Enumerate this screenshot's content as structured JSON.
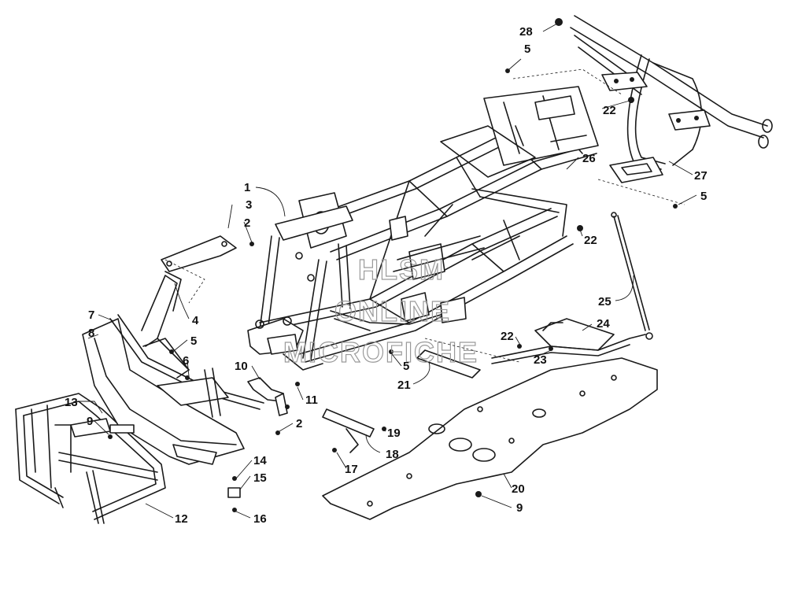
{
  "watermark": {
    "line1": "HLSM",
    "line2": "ONLINE",
    "line3": "MICROFICHE"
  },
  "callouts": [
    {
      "id": "c28",
      "label": "28"
    },
    {
      "id": "c5a",
      "label": "5"
    },
    {
      "id": "c22a",
      "label": "22"
    },
    {
      "id": "c26",
      "label": "26"
    },
    {
      "id": "c27",
      "label": "27"
    },
    {
      "id": "c5b",
      "label": "5"
    },
    {
      "id": "c22b",
      "label": "22"
    },
    {
      "id": "c1",
      "label": "1"
    },
    {
      "id": "c3",
      "label": "3"
    },
    {
      "id": "c2a",
      "label": "2"
    },
    {
      "id": "c25",
      "label": "25"
    },
    {
      "id": "c24",
      "label": "24"
    },
    {
      "id": "c22c",
      "label": "22"
    },
    {
      "id": "c23",
      "label": "23"
    },
    {
      "id": "c4",
      "label": "4"
    },
    {
      "id": "c7",
      "label": "7"
    },
    {
      "id": "c8",
      "label": "8"
    },
    {
      "id": "c5c",
      "label": "5"
    },
    {
      "id": "c6",
      "label": "6"
    },
    {
      "id": "c10",
      "label": "10"
    },
    {
      "id": "c5d",
      "label": "5"
    },
    {
      "id": "c21",
      "label": "21"
    },
    {
      "id": "c11",
      "label": "11"
    },
    {
      "id": "c2b",
      "label": "2"
    },
    {
      "id": "c13",
      "label": "13"
    },
    {
      "id": "c9a",
      "label": "9"
    },
    {
      "id": "c19",
      "label": "19"
    },
    {
      "id": "c18",
      "label": "18"
    },
    {
      "id": "c17",
      "label": "17"
    },
    {
      "id": "c14",
      "label": "14"
    },
    {
      "id": "c15",
      "label": "15"
    },
    {
      "id": "c16",
      "label": "16"
    },
    {
      "id": "c12",
      "label": "12"
    },
    {
      "id": "c20",
      "label": "20"
    },
    {
      "id": "c9b",
      "label": "9"
    }
  ]
}
